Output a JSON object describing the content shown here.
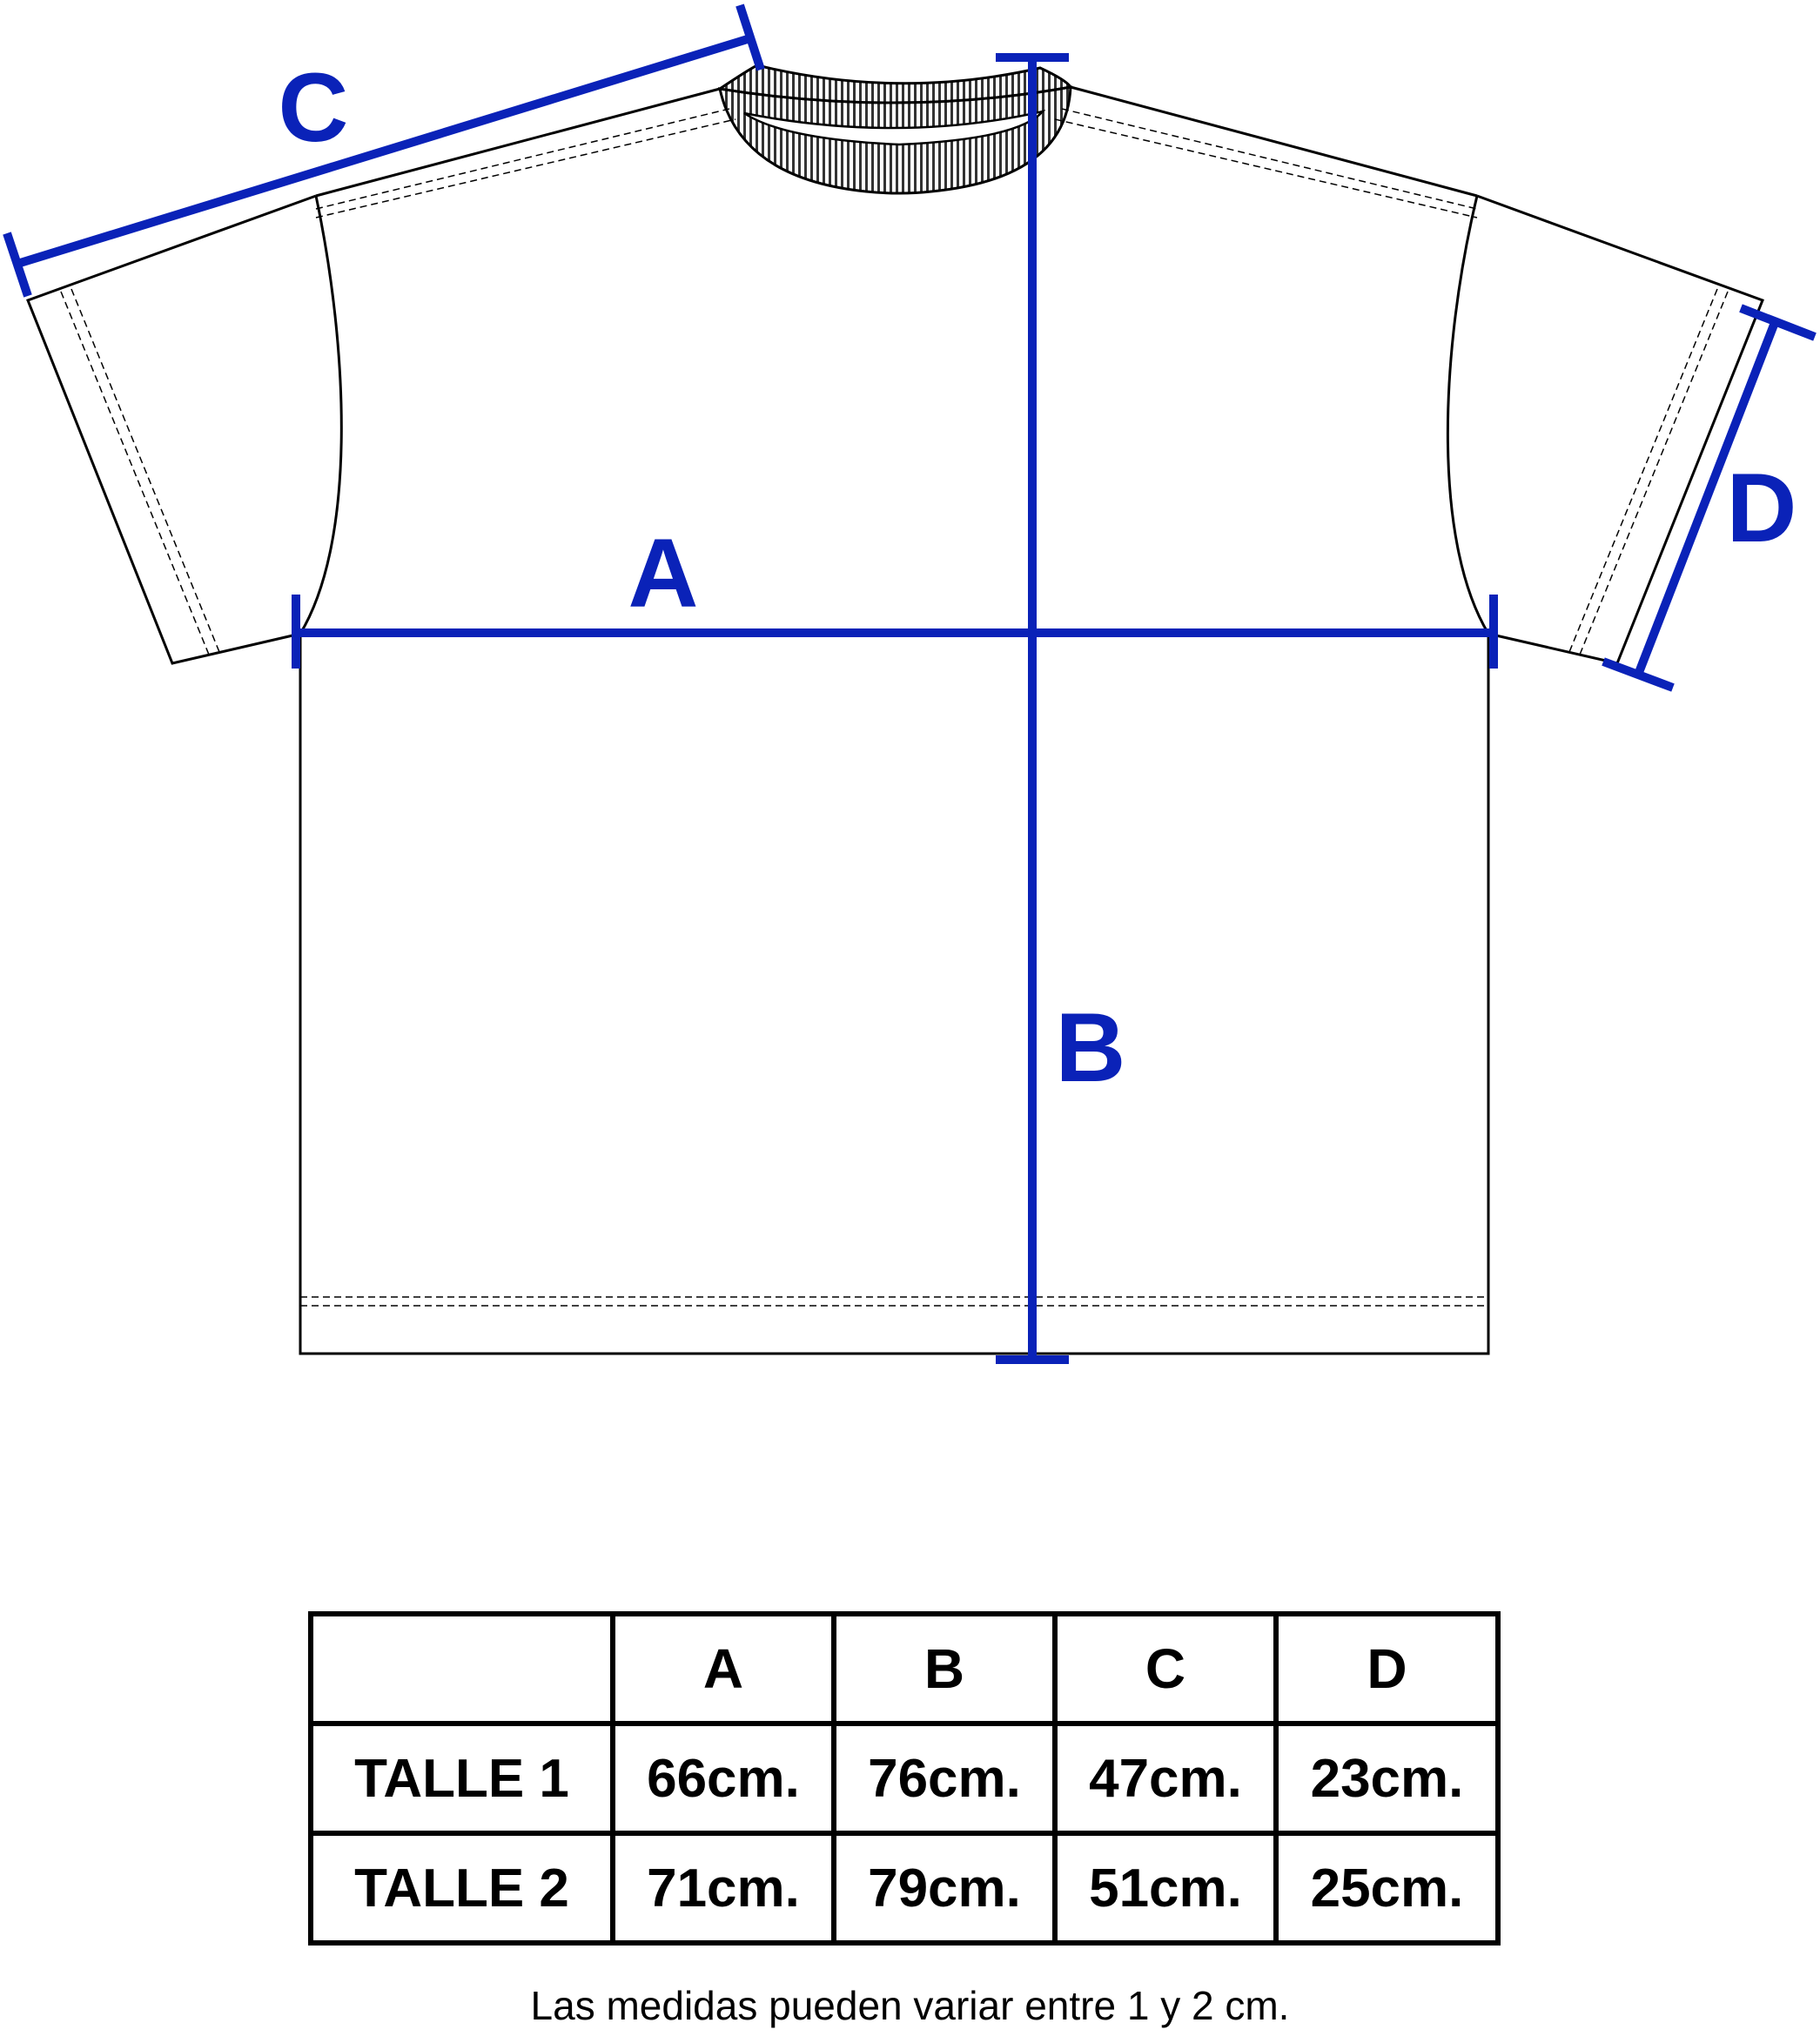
{
  "colors": {
    "measure": "#0a22b8",
    "outline": "#000000",
    "rib": "#555555"
  },
  "labels": {
    "A": "A",
    "B": "B",
    "C": "C",
    "D": "D"
  },
  "table": {
    "header": [
      "",
      "A",
      "B",
      "C",
      "D"
    ],
    "rows": [
      {
        "label": "TALLE 1",
        "values": [
          "66cm.",
          "76cm.",
          "47cm.",
          "23cm."
        ]
      },
      {
        "label": "TALLE 2",
        "values": [
          "71cm.",
          "79cm.",
          "51cm.",
          "25cm."
        ]
      }
    ]
  },
  "footnote": "Las medidas pueden variar entre 1 y 2 cm."
}
